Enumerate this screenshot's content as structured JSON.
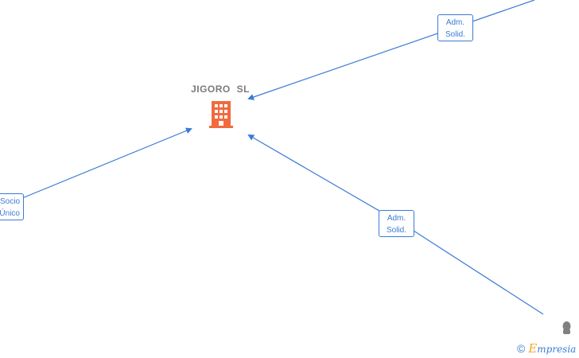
{
  "company": {
    "name": "JIGORO  SL"
  },
  "relations": {
    "top": {
      "line1": "Adm.",
      "line2": "Solid."
    },
    "middle": {
      "line1": "Adm.",
      "line2": "Solid."
    },
    "left": {
      "line1": "Socio",
      "line2": "Único"
    }
  },
  "footer": {
    "copyright_symbol": "©",
    "brand_initial": "E",
    "brand_rest": "mpresia"
  },
  "colors": {
    "line": "#3a7bd5",
    "building": "#f26a3d",
    "person": "#808080"
  }
}
